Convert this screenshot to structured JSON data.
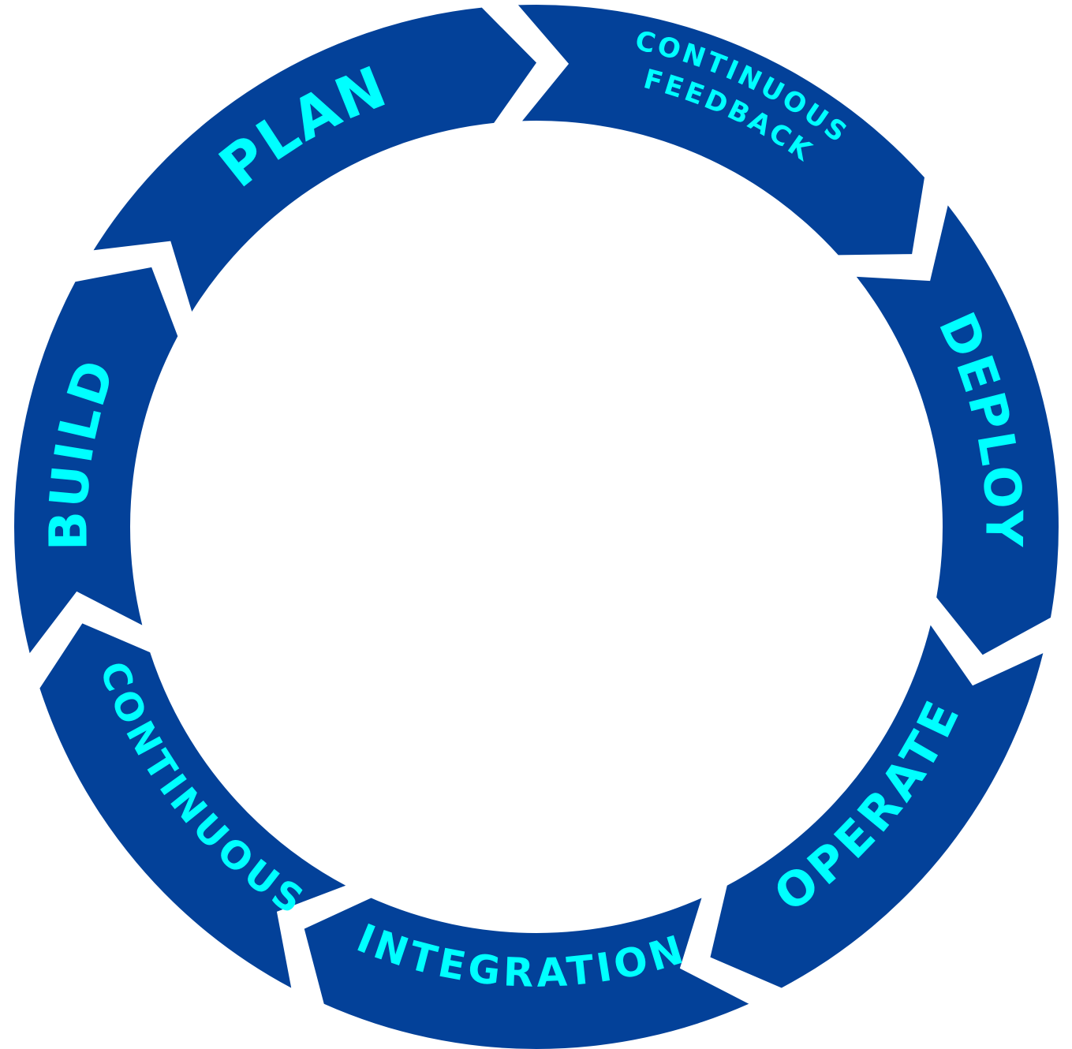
{
  "colors": {
    "segment": "#034199",
    "text": "#00FFFF",
    "background": "#FFFFFF"
  },
  "segments": [
    {
      "id": "plan",
      "lines": [
        "PLAN"
      ]
    },
    {
      "id": "continuous-feedback",
      "lines": [
        "CONTINUOUS",
        "FEEDBACK"
      ]
    },
    {
      "id": "deploy",
      "lines": [
        "DEPLOY"
      ]
    },
    {
      "id": "operate",
      "lines": [
        "OPERATE"
      ]
    },
    {
      "id": "integration",
      "lines": [
        "INTEGRATION"
      ]
    },
    {
      "id": "continuous",
      "lines": [
        "CONTINUOUS"
      ]
    },
    {
      "id": "build",
      "lines": [
        "BUILD"
      ]
    }
  ]
}
